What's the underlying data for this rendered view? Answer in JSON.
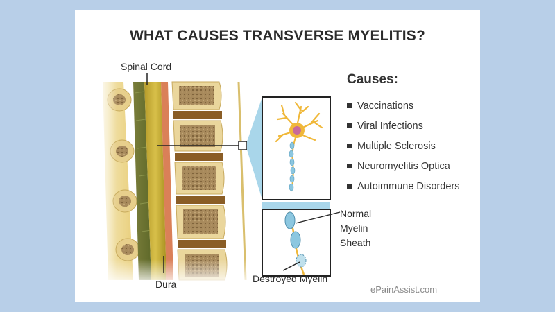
{
  "title": "WHAT CAUSES TRANSVERSE MYELITIS?",
  "labels": {
    "spinal_cord": "Spinal Cord",
    "dura": "Dura",
    "normal_myelin_line1": "Normal",
    "normal_myelin_line2": "Myelin",
    "normal_myelin_line3": "Sheath",
    "destroyed_myelin": "Destroyed Myelin"
  },
  "causes": {
    "heading": "Causes:",
    "items": [
      "Vaccinations",
      "Viral Infections",
      "Multiple Sclerosis",
      "Neuromyelitis Optica",
      "Autoimmune Disorders"
    ]
  },
  "watermark": "ePainAssist.com",
  "colors": {
    "background": "#b8cfe8",
    "bone": "#e8d59a",
    "spinal_cord": "#c9b23a",
    "zoom_panel": "#a9d6ea",
    "neuron": "#f0b83a",
    "myelin": "#8cc7e0"
  }
}
